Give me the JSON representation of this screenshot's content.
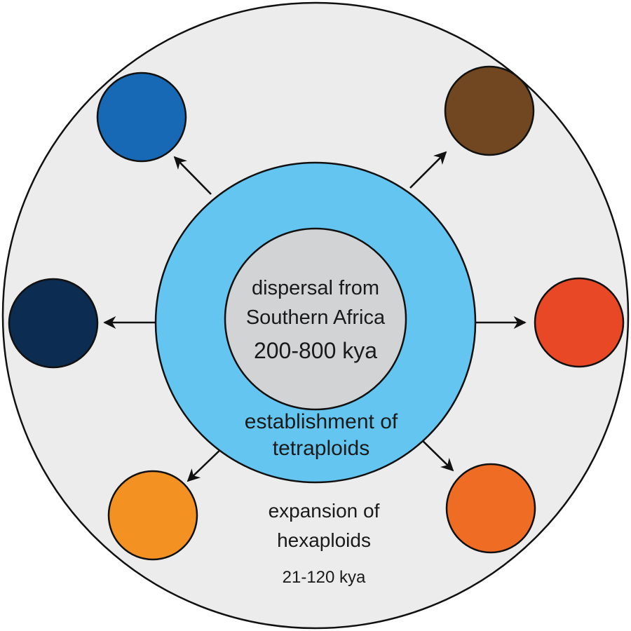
{
  "center": {
    "line1": "dispersal from",
    "line2": "Southern Africa",
    "line3": "200-800 kya",
    "fill": "#d2d3d5"
  },
  "middle_ring": {
    "line1": "establishment of",
    "line2": "tetraploids",
    "fill": "#63c5f0"
  },
  "outer_ring": {
    "line1": "expansion of",
    "line2": "hexaploids",
    "line3": "21-120 kya",
    "fill": "#ececec"
  },
  "populations": [
    {
      "id": "upper-left",
      "color": "#1769b5"
    },
    {
      "id": "upper-right",
      "color": "#704720"
    },
    {
      "id": "left",
      "color": "#0c2c51"
    },
    {
      "id": "right",
      "color": "#e84825"
    },
    {
      "id": "lower-left",
      "color": "#f39223"
    },
    {
      "id": "lower-right",
      "color": "#ef6c25"
    }
  ]
}
